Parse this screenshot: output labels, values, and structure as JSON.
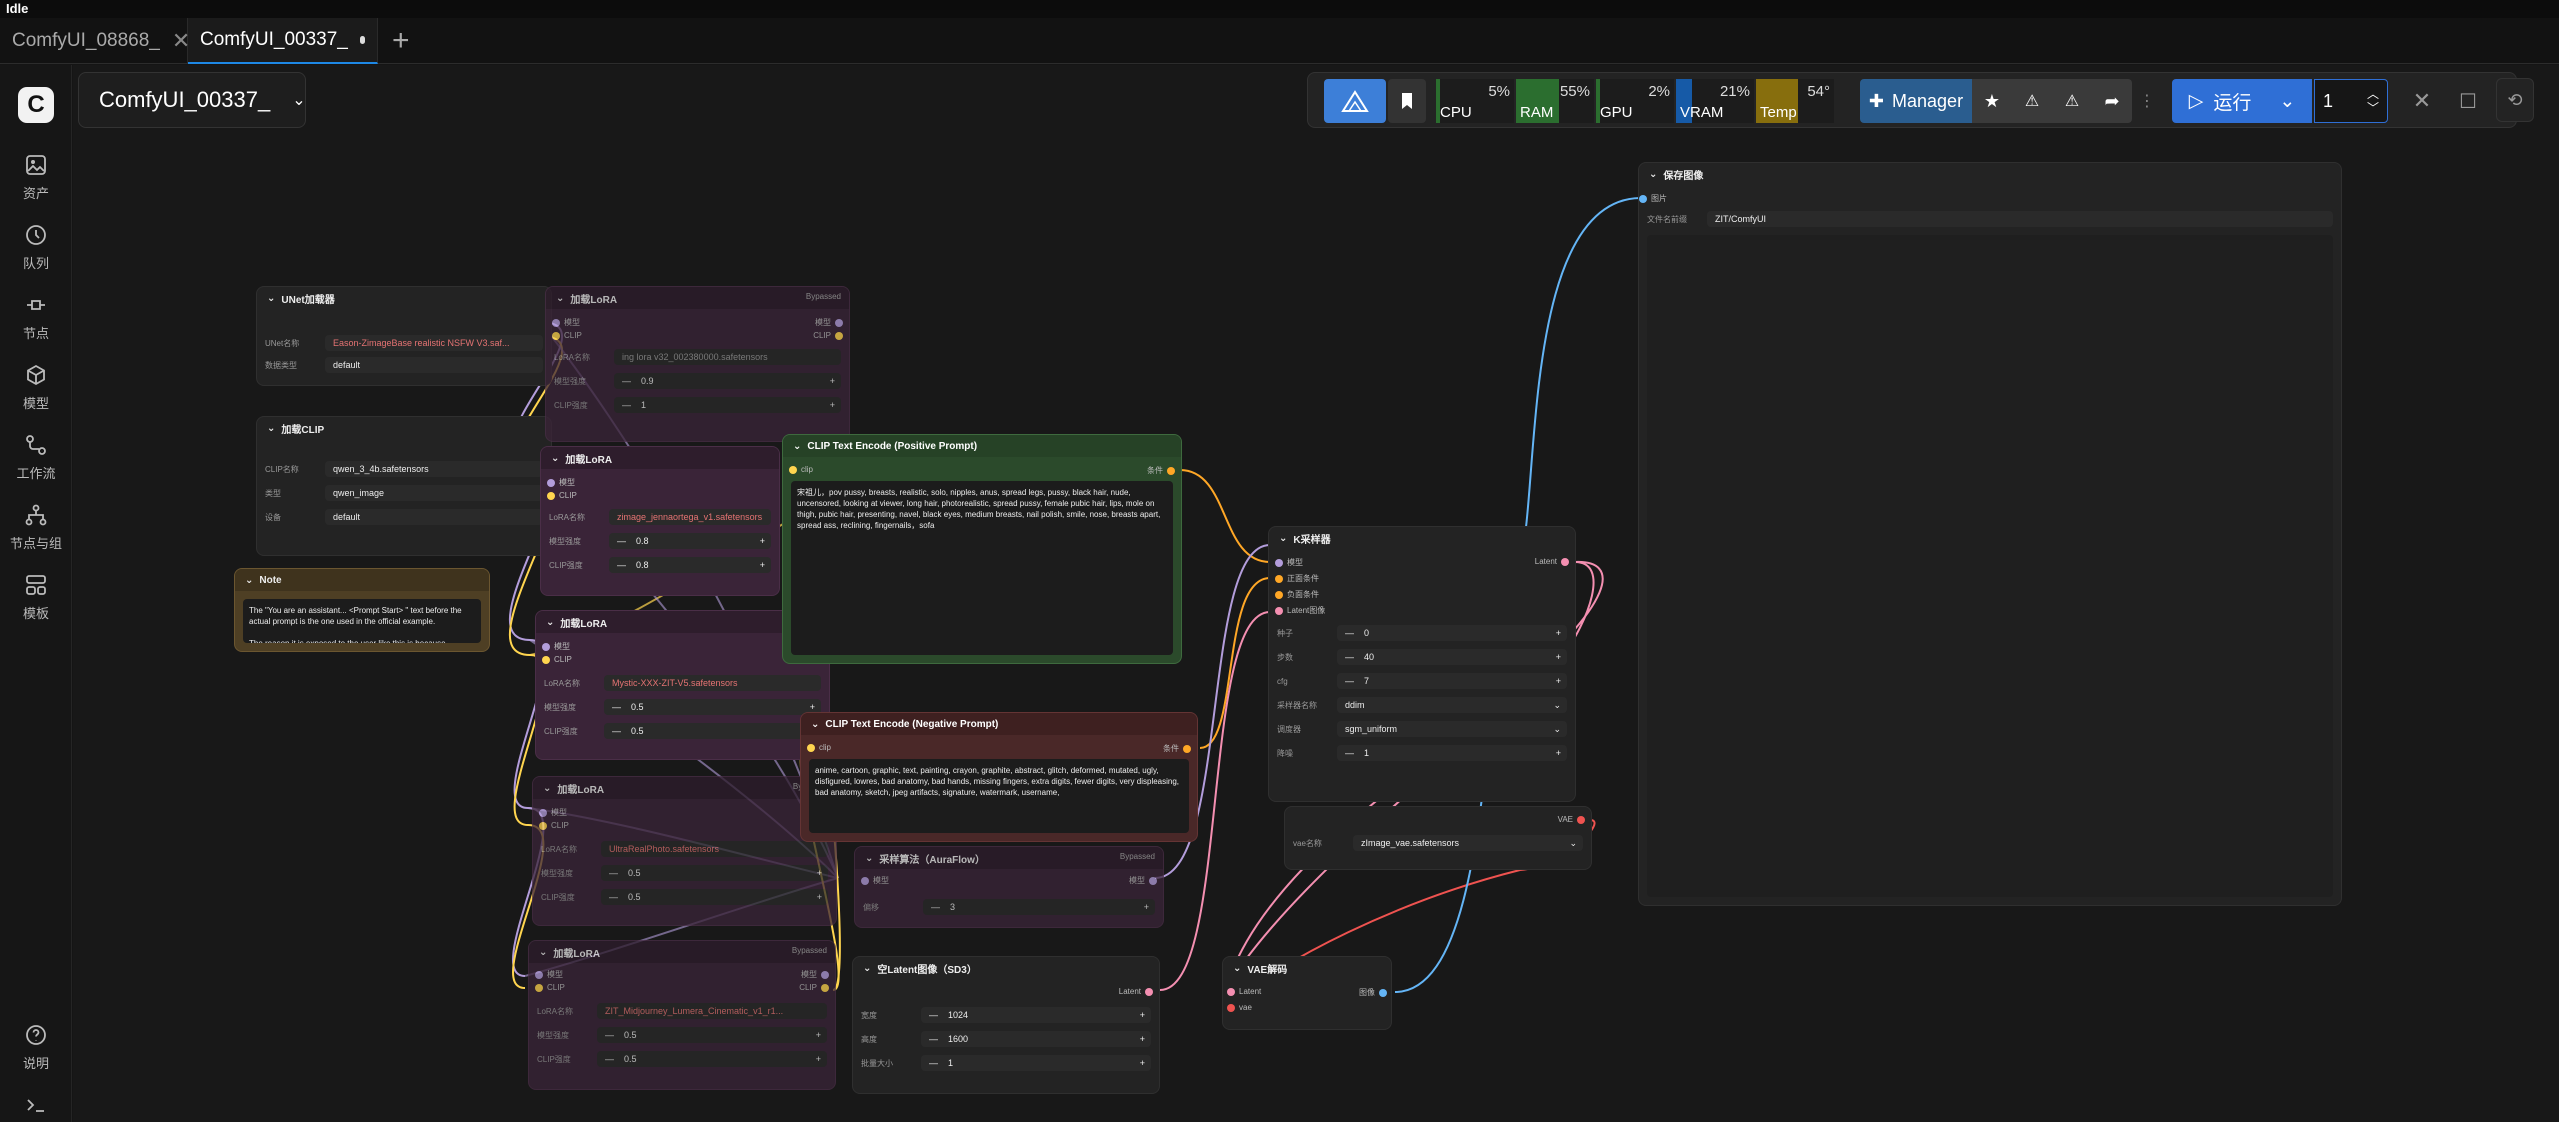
{
  "status": "Idle",
  "tabs": [
    {
      "label": "ComfyUI_08868_"
    },
    {
      "label": "ComfyUI_00337_"
    }
  ],
  "breadcrumb": "ComfyUI_00337_",
  "sidebar": [
    "资产",
    "队列",
    "节点",
    "模型",
    "工作流",
    "节点与组",
    "模板",
    "说明"
  ],
  "stats": {
    "cpu": {
      "name": "CPU",
      "value": "5%",
      "level": 0.05
    },
    "ram": {
      "name": "RAM",
      "value": "55%",
      "level": 0.55
    },
    "gpu": {
      "name": "GPU",
      "value": "2%",
      "level": 0.02
    },
    "vram": {
      "name": "VRAM",
      "value": "21%",
      "level": 0.21
    },
    "temp": {
      "name": "Temp",
      "value": "54°",
      "level": 0.54
    }
  },
  "toolbar": {
    "manager": "Manager",
    "run": "运行",
    "batch": "1"
  },
  "colors": {
    "accent": "#1e88e5",
    "run": "#2f6fd6",
    "model": "#b39ddb",
    "clip": "#ffd54f",
    "cond": "#ffa726",
    "latent": "#f48fb1",
    "vae": "#ef5350",
    "image": "#64b5f6"
  },
  "nodes": {
    "unet": {
      "title": "UNet加载器",
      "name_label": "UNet名称",
      "name_value": "Eason-ZimageBase realistic NSFW V3.saf...",
      "dtype_label": "数据类型",
      "dtype_value": "default"
    },
    "clip_loader": {
      "title": "加载CLIP",
      "name_label": "CLIP名称",
      "name_value": "qwen_3_4b.safetensors",
      "type_label": "类型",
      "type_value": "qwen_image",
      "device_label": "设备",
      "device_value": "default"
    },
    "note": {
      "title": "Note",
      "text": "The \"You are an assistant... <Prompt Start> \" text before the actual prompt is the one used in the official example.\n\nThe reason it is exposed to the user like this is because"
    },
    "lora1": {
      "title": "加载LoRA",
      "bypassed": "Bypassed",
      "in1": "模型",
      "in2": "CLIP",
      "out1": "模型",
      "out2": "CLIP",
      "name_label": "LoRA名称",
      "name_value": "ing lora v32_002380000.safetensors",
      "ms_label": "模型强度",
      "ms_value": "0.9",
      "cs_label": "CLIP强度",
      "cs_value": "1"
    },
    "lora2": {
      "title": "加载LoRA",
      "in1": "模型",
      "in2": "CLIP",
      "name_label": "LoRA名称",
      "name_value": "zimage_jennaortega_v1.safetensors",
      "ms_label": "模型强度",
      "ms_value": "0.8",
      "cs_label": "CLIP强度",
      "cs_value": "0.8"
    },
    "lora3": {
      "title": "加载LoRA",
      "in1": "模型",
      "in2": "CLIP",
      "name_label": "LoRA名称",
      "name_value": "Mystic-XXX-ZIT-V5.safetensors",
      "ms_label": "模型强度",
      "ms_value": "0.5",
      "cs_label": "CLIP强度",
      "cs_value": "0.5"
    },
    "lora4": {
      "title": "加载LoRA",
      "bypassed": "Bypassed",
      "in1": "模型",
      "in2": "CLIP",
      "name_label": "LoRA名称",
      "name_value": "UltraRealPhoto.safetensors",
      "ms_label": "模型强度",
      "ms_value": "0.5",
      "cs_label": "CLIP强度",
      "cs_value": "0.5"
    },
    "lora5": {
      "title": "加载LoRA",
      "bypassed": "Bypassed",
      "in1": "模型",
      "in2": "CLIP",
      "out1": "模型",
      "out2": "CLIP",
      "name_label": "LoRA名称",
      "name_value": "ZIT_Midjourney_Lumera_Cinematic_v1_r1...",
      "ms_label": "模型强度",
      "ms_value": "0.5",
      "cs_label": "CLIP强度",
      "cs_value": "0.5"
    },
    "pos": {
      "title": "CLIP Text Encode (Positive Prompt)",
      "in": "clip",
      "out": "条件",
      "text": "宋祖儿，pov pussy, breasts, realistic, solo, nipples, anus, spread legs, pussy, black hair, nude, uncensored, looking at viewer, long hair, photorealistic, spread pussy, female pubic hair, lips, mole on thigh, pubic hair, presenting, navel, black eyes, medium breasts, nail polish, smile, nose, breasts apart, spread ass, reclining, fingernails，sofa"
    },
    "neg": {
      "title": "CLIP Text Encode (Negative Prompt)",
      "in": "clip",
      "out": "条件",
      "text": "anime, cartoon, graphic, text, painting, crayon, graphite, abstract, glitch, deformed, mutated, ugly, disfigured, lowres, bad anatomy, bad hands, missing fingers, extra digits, fewer digits, very displeasing, bad anatomy, sketch, jpeg artifacts, signature, watermark, username,"
    },
    "aura": {
      "title": "采样算法（AuraFlow）",
      "bypassed": "Bypassed",
      "in": "模型",
      "out": "模型",
      "shift_label": "偏移",
      "shift_value": "3"
    },
    "latent": {
      "title": "空Latent图像（SD3）",
      "out": "Latent",
      "w_label": "宽度",
      "w_value": "1024",
      "h_label": "高度",
      "h_value": "1600",
      "b_label": "批量大小",
      "b_value": "1"
    },
    "ksampler": {
      "title": "K采样器",
      "in1": "模型",
      "in2": "正面条件",
      "in3": "负面条件",
      "in4": "Latent图像",
      "out": "Latent",
      "seed_label": "种子",
      "seed_value": "0",
      "steps_label": "步数",
      "steps_value": "40",
      "cfg_label": "cfg",
      "cfg_value": "7",
      "sampler_label": "采样器名称",
      "sampler_value": "ddim",
      "sched_label": "调度器",
      "sched_value": "sgm_uniform",
      "denoise_label": "降噪",
      "denoise_value": "1"
    },
    "vae_loader": {
      "out": "VAE",
      "name_label": "vae名称",
      "name_value": "zImage_vae.safetensors"
    },
    "vae_decode": {
      "title": "VAE解码",
      "in1": "Latent",
      "in2": "vae",
      "out": "图像"
    },
    "save": {
      "title": "保存图像",
      "in": "图片",
      "prefix_label": "文件名前缀",
      "prefix_value": "ZIT/ComfyUI"
    }
  }
}
